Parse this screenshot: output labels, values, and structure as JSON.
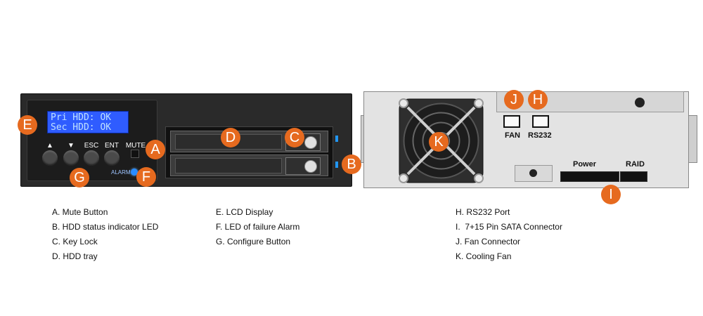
{
  "lcd": {
    "line1": "Pri HDD: OK",
    "line2": "Sec HDD: OK"
  },
  "front_buttons": {
    "up": "▲",
    "down": "▼",
    "esc": "ESC",
    "ent": "ENT",
    "mute": "MUTE"
  },
  "alarm_label": "ALARM",
  "callouts": {
    "A": "A",
    "B": "B",
    "C": "C",
    "D": "D",
    "E": "E",
    "F": "F",
    "G": "G",
    "H": "H",
    "I": "I",
    "J": "J",
    "K": "K"
  },
  "rear_labels": {
    "fan": "FAN",
    "rs232": "RS232",
    "power": "Power",
    "raid": "RAID"
  },
  "legend": {
    "col1": [
      "A. Mute Button",
      "B. HDD status indicator LED",
      "C. Key Lock",
      "D. HDD tray"
    ],
    "col2": [
      "E. LCD Display",
      "F. LED of failure Alarm",
      "G. Configure Button"
    ],
    "col3": [
      "H. RS232 Port",
      "I.  7+15 Pin SATA Connector",
      "J. Fan Connector",
      "K. Cooling Fan"
    ]
  },
  "colors": {
    "callout": "#e66a1f",
    "lcd": "#2f5cff",
    "led": "#2196f3"
  }
}
